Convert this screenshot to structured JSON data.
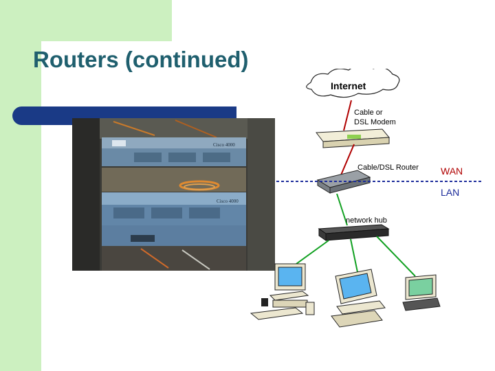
{
  "slide": {
    "title": "Routers (continued)"
  },
  "photo": {
    "label_upper": "Cisco 4000",
    "label_lower": "Cisco 4000"
  },
  "diagram": {
    "internet": "Internet",
    "modem_line1": "Cable or",
    "modem_line2": "DSL Modem",
    "router": "Cable/DSL Router",
    "wan": "WAN",
    "lan": "LAN",
    "hub": "network hub"
  },
  "colors": {
    "background": "#ffffff",
    "accent_green": "#ccf0c0",
    "title": "#1f5f6e",
    "bar": "#1a3a86",
    "wan": "#b00000",
    "lan": "#1a2a9a",
    "link": "#10a020",
    "screen": "#5ab4f0"
  }
}
